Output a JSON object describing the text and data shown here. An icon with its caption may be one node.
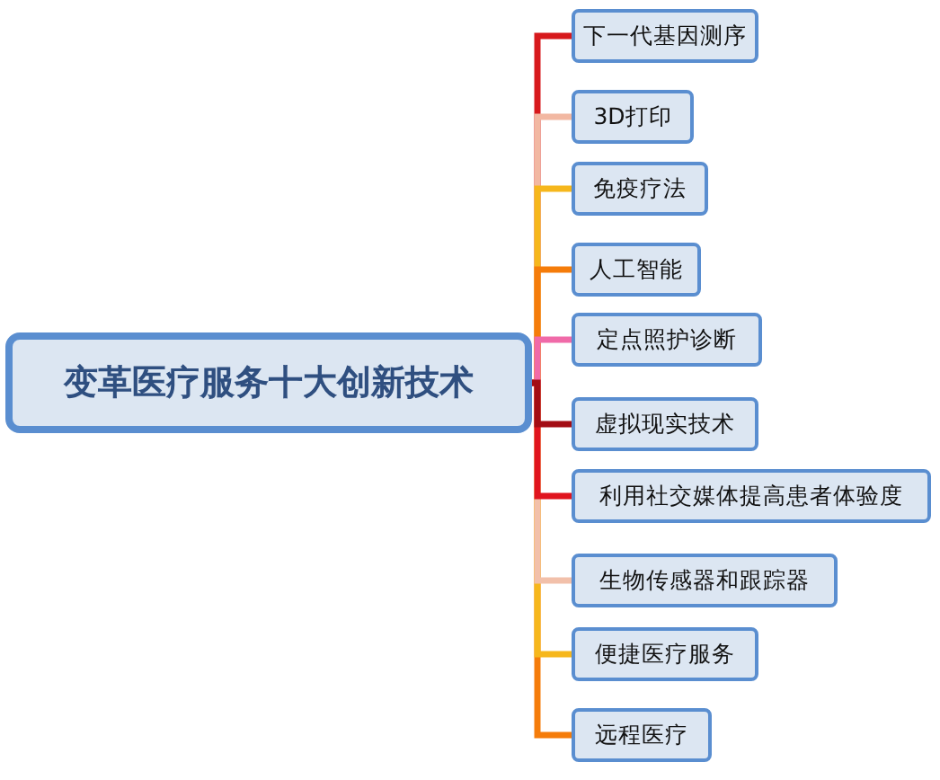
{
  "diagram": {
    "nodes": [
      {
        "text": [
          "变革医疗服务十大创新技术"
        ]
      },
      {
        "text": [
          "下一代基因测序"
        ]
      },
      {
        "text": [
          "3D打印"
        ]
      },
      {
        "text": [
          "免疫疗法"
        ]
      },
      {
        "text": [
          "人工智能"
        ]
      },
      {
        "text": [
          "定点照护诊断"
        ]
      },
      {
        "text": [
          "虚拟现实技术"
        ]
      },
      {
        "text": [
          "利用社交媒体提高患者体验度"
        ]
      },
      {
        "text": [
          "生物传感器和跟踪器"
        ]
      },
      {
        "text": [
          "便捷医疗服务"
        ]
      },
      {
        "text": [
          "远程医疗"
        ]
      }
    ],
    "edges": [
      {
        "from": 0,
        "to": 1,
        "arrow": "none",
        "color": "#d7191c"
      },
      {
        "from": 0,
        "to": 2,
        "arrow": "none",
        "color": "#f2b8a2"
      },
      {
        "from": 0,
        "to": 3,
        "arrow": "none",
        "color": "#f6b71c"
      },
      {
        "from": 0,
        "to": 4,
        "arrow": "none",
        "color": "#f57c0a"
      },
      {
        "from": 0,
        "to": 5,
        "arrow": "none",
        "color": "#f06aa8"
      },
      {
        "from": 0,
        "to": 6,
        "arrow": "none",
        "color": "#a30d14"
      },
      {
        "from": 0,
        "to": 7,
        "arrow": "none",
        "color": "#e0141e"
      },
      {
        "from": 0,
        "to": 8,
        "arrow": "none",
        "color": "#f2c0aa"
      },
      {
        "from": 0,
        "to": 9,
        "arrow": "none",
        "color": "#f6b71c"
      },
      {
        "from": 0,
        "to": 10,
        "arrow": "none",
        "color": "#f57c0a"
      }
    ]
  }
}
